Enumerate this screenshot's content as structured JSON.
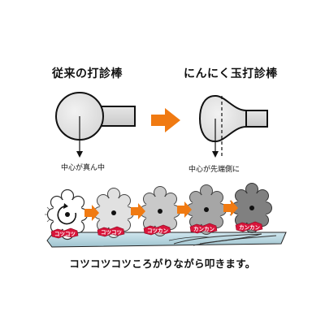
{
  "left_panel": {
    "title": "従来の打診棒",
    "caption": "中心が真ん中"
  },
  "right_panel": {
    "title": "にんにく玉打診棒",
    "caption": "中心が先端側に"
  },
  "rolling_labels": [
    "コツコツ",
    "コツコツ",
    "コツカン",
    "カンカン",
    "カンカン"
  ],
  "bottom_caption": "コツコツコツころがりながら叩きます。",
  "colors": {
    "arrow": "#f07a12",
    "label_red": "#d8143a",
    "surface": "#b9d6df"
  }
}
